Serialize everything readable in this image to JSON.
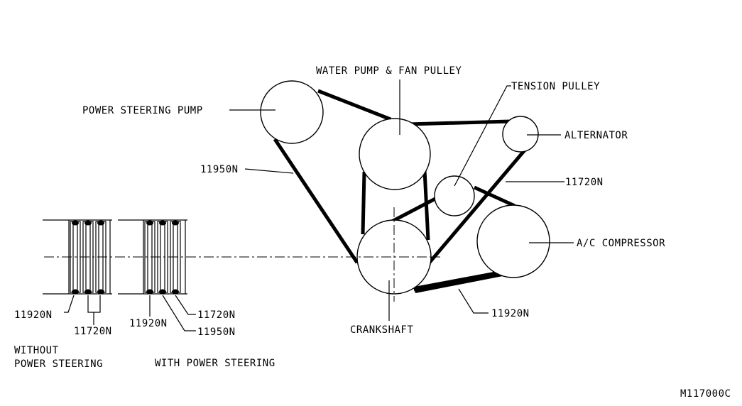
{
  "labels": {
    "water_pump": "WATER PUMP & FAN PULLEY",
    "tension_pulley": "TENSION PULLEY",
    "power_steering_pump": "POWER STEERING PUMP",
    "alternator": "ALTERNATOR",
    "ac_compressor": "A/C COMPRESSOR",
    "crankshaft": "CRANKSHAFT",
    "belt_11950n": "11950N",
    "belt_11720n": "11720N",
    "belt_11920n": "11920N"
  },
  "section_views": {
    "without_ps": {
      "title_line1": "WITHOUT",
      "title_line2": "POWER STEERING",
      "callout_1": "11920N",
      "callout_2": "11720N"
    },
    "with_ps": {
      "title": "WITH POWER STEERING",
      "callout_1": "11920N",
      "callout_2": "11720N",
      "callout_3": "11950N"
    }
  },
  "figure_id": "M117000C"
}
